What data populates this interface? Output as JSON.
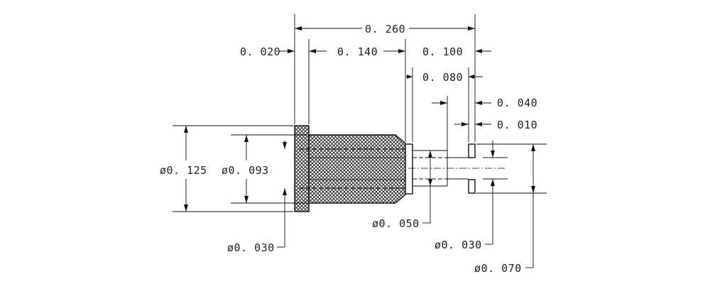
{
  "drawing": {
    "type": "dimensioned mechanical part drawing",
    "hatch_color": "#111111",
    "line_color": "#111111",
    "background": "#ffffff",
    "dimensions": {
      "overall_length": "0. 260",
      "flange_thickness": "0. 020",
      "body_length": "0. 140",
      "pin_length": "0. 100",
      "pin_reduced_length": "0. 080",
      "tip_length": "0. 040",
      "tip_head_length": "0. 010",
      "flange_diameter": "ø0. 125",
      "body_diameter": "ø0. 093",
      "bore_diameter": "ø0. 030",
      "pin_diameter": "ø0. 050",
      "tip_neck_diameter": "ø0. 030",
      "tip_head_diameter": "ø0. 070"
    }
  }
}
